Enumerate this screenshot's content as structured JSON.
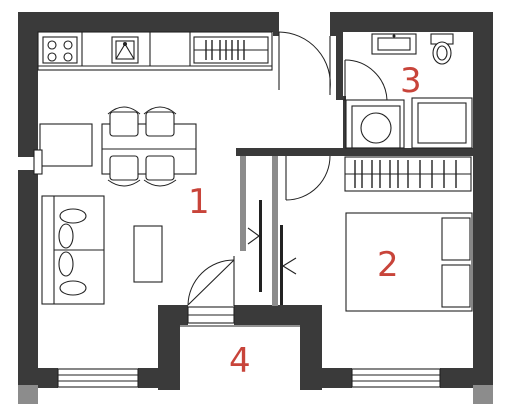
{
  "rooms": [
    {
      "label": "1",
      "color": "#c8443a"
    },
    {
      "label": "2",
      "color": "#c8443a"
    },
    {
      "label": "3",
      "color": "#c8443a"
    },
    {
      "label": "4",
      "color": "#c8443a"
    }
  ],
  "colors": {
    "wall": "#3a3a3a",
    "wall_light": "#8c8c8c",
    "line": "#222222",
    "background": "#ffffff"
  },
  "icons": [
    "stove-icon",
    "sink-icon",
    "toilet-icon",
    "washbasin-icon",
    "washing-machine-icon",
    "bed-icon",
    "sofa-icon",
    "dining-table-icon",
    "wardrobe-icon"
  ]
}
